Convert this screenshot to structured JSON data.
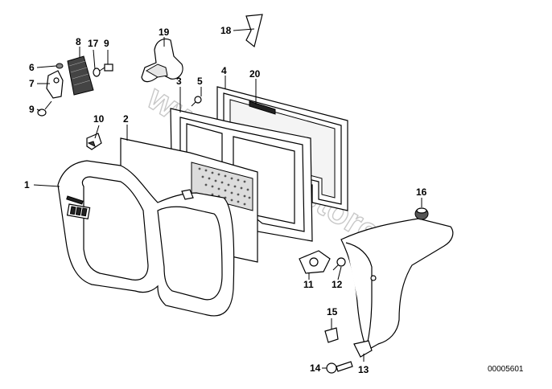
{
  "diagram": {
    "part_numbers": {
      "p1": "1",
      "p2": "2",
      "p3": "3",
      "p4": "4",
      "p5": "5",
      "p6": "6",
      "p7": "7",
      "p8": "8",
      "p9a": "9",
      "p9b": "9",
      "p10": "10",
      "p11": "11",
      "p12": "12",
      "p13": "13",
      "p14": "14",
      "p15": "15",
      "p16": "16",
      "p17": "17",
      "p18": "18",
      "p19": "19",
      "p20": "20"
    },
    "watermark": "www.BMWstore.pl",
    "drawing_code": "00005601"
  }
}
